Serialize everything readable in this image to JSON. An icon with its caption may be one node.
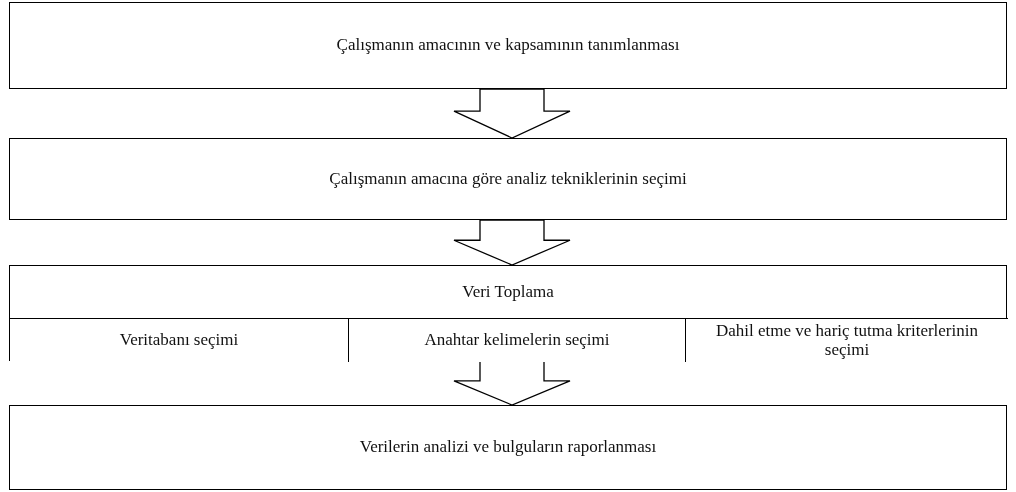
{
  "diagram": {
    "nodes": [
      {
        "text": [
          "Çalışmanın amacının ve kapsamının tanımlanması"
        ]
      },
      {
        "text": [
          "Çalışmanın amacına göre analiz tekniklerinin seçimi"
        ]
      },
      {
        "text": [
          "Veri Toplama"
        ]
      },
      {
        "text": [
          "Veritabanı seçimi"
        ],
        "in": 2
      },
      {
        "text": [
          "Anahtar kelimelerin seçimi"
        ],
        "in": 2
      },
      {
        "text": [
          "Dahil etme ve hariç tutma kriterlerinin seçimi"
        ],
        "in": 2
      },
      {
        "text": [
          "Verilerin analizi ve bulguların raporlanması"
        ]
      }
    ],
    "edges": [
      {
        "from": 0,
        "to": 1,
        "arrow": "to"
      },
      {
        "from": 1,
        "to": 2,
        "arrow": "to"
      },
      {
        "from": 2,
        "to": 6,
        "arrow": "to"
      }
    ]
  }
}
